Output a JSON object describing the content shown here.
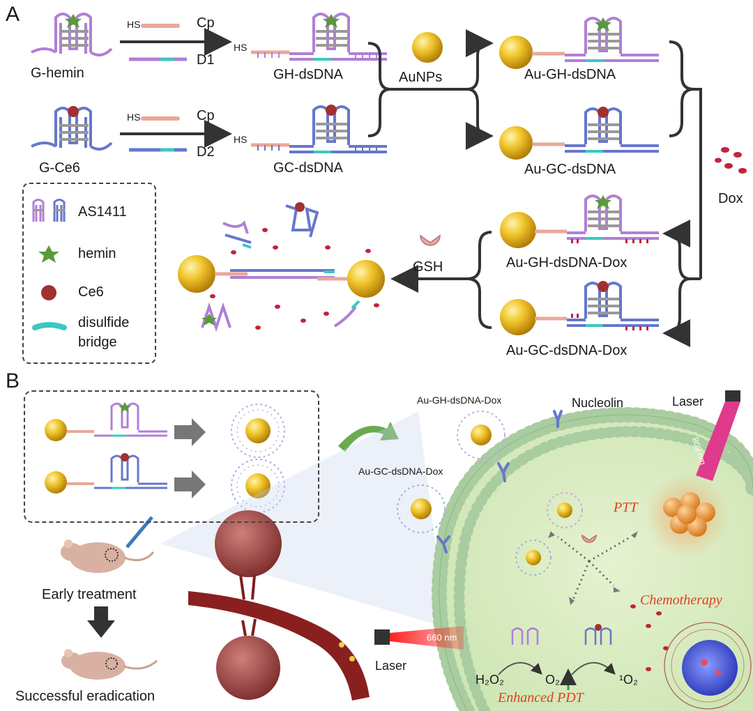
{
  "panel_a": {
    "letter": "A",
    "g_hemin": "G-hemin",
    "g_ce6": "G-Ce6",
    "hs_1": "HS",
    "hs_2": "HS",
    "hs_3": "HS",
    "hs_4": "HS",
    "cp_1": "Cp",
    "cp_2": "Cp",
    "d1": "D1",
    "d2": "D2",
    "gh_dsdna": "GH-dsDNA",
    "gc_dsdna": "GC-dsDNA",
    "aunps": "AuNPs",
    "au_gh": "Au-GH-dsDNA",
    "au_gc": "Au-GC-dsDNA",
    "dox": "Dox",
    "au_gh_dox": "Au-GH-dsDNA-Dox",
    "au_gc_dox": "Au-GC-dsDNA-Dox",
    "gsh": "GSH",
    "legend": {
      "as1411": "AS1411",
      "hemin": "hemin",
      "ce6": "Ce6",
      "disulfide_1": "disulfide",
      "disulfide_2": "bridge"
    }
  },
  "panel_b": {
    "letter": "B",
    "au_gh_dox": "Au-GH-dsDNA-Dox",
    "au_gc_dox": "Au-GC-dsDNA-Dox",
    "nucleolin": "Nucleolin",
    "laser_top": "Laser",
    "nm_808": "808 nm",
    "ptt": "PTT",
    "chemotherapy": "Chemotherapy",
    "laser_bottom": "Laser",
    "nm_660": "660 nm",
    "h2o2": "H₂O₂",
    "o2": "O₂",
    "singlet_o2": "¹O₂",
    "enhanced_pdt": "Enhanced PDT",
    "early_treatment": "Early treatment",
    "successful_eradication": "Successful eradication"
  },
  "colors": {
    "gold": "#e8b820",
    "purple_strand": "#b07fd6",
    "blue_strand": "#6677cc",
    "pink_strand": "#e8a898",
    "cyan_bridge": "#3cc8c0",
    "hemin_green": "#5a9a3a",
    "ce6_red": "#a23030",
    "dox_red": "#c0243c",
    "membrane_green": "#b8d8b0",
    "cell_fill": "#d8ecc0",
    "arrow_dark": "#333333",
    "laser_pink": "#e03a8c",
    "laser_red": "#e21b1b",
    "emphasis_red": "#e0401c"
  }
}
